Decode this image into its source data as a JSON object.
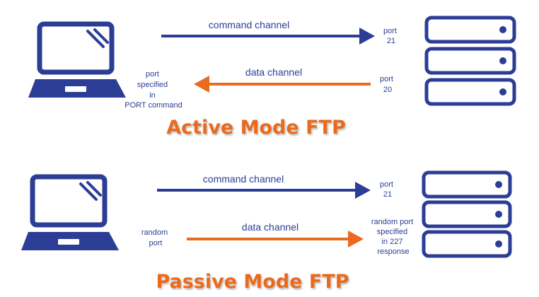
{
  "colors": {
    "blue": "#2c3d96",
    "orange": "#ea6a1f",
    "white": "#ffffff"
  },
  "active": {
    "title": "Active Mode FTP",
    "command_channel": "command channel",
    "data_channel": "data channel",
    "server_command_port": [
      "port",
      "21"
    ],
    "server_data_port": [
      "port",
      "20"
    ],
    "client_data_port": [
      "port",
      "specified",
      "in",
      "PORT command"
    ],
    "command_direction": "client-to-server",
    "data_direction": "server-to-client"
  },
  "passive": {
    "title": "Passive Mode FTP",
    "command_channel": "command channel",
    "data_channel": "data channel",
    "server_command_port": [
      "port",
      "21"
    ],
    "server_data_port": [
      "random port",
      "specified",
      "in 227",
      "response"
    ],
    "client_data_port": [
      "random",
      "port"
    ],
    "command_direction": "client-to-server",
    "data_direction": "client-to-server"
  },
  "icons": [
    "laptop-icon",
    "server-icon"
  ]
}
